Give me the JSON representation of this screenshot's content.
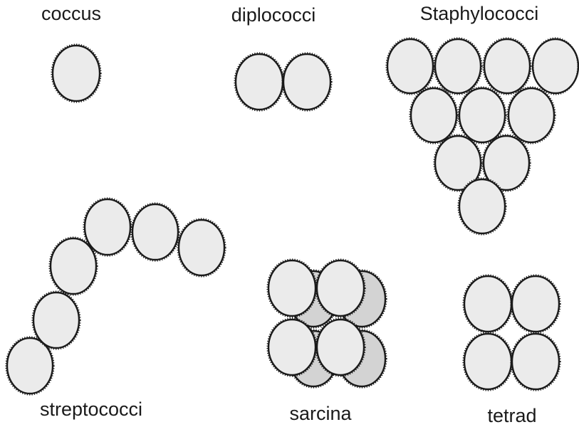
{
  "labels": {
    "coccus": "coccus",
    "diplococci": "diplococci",
    "staphylococci": "Staphylococci",
    "streptococci": "streptococci",
    "sarcina": "sarcina",
    "tetrad": "tetrad"
  },
  "colors": {
    "cell_fill": "#ebebeb",
    "cell_back_fill": "#d3d3d3",
    "outline": "#1a1a1a",
    "background": "#ffffff"
  }
}
